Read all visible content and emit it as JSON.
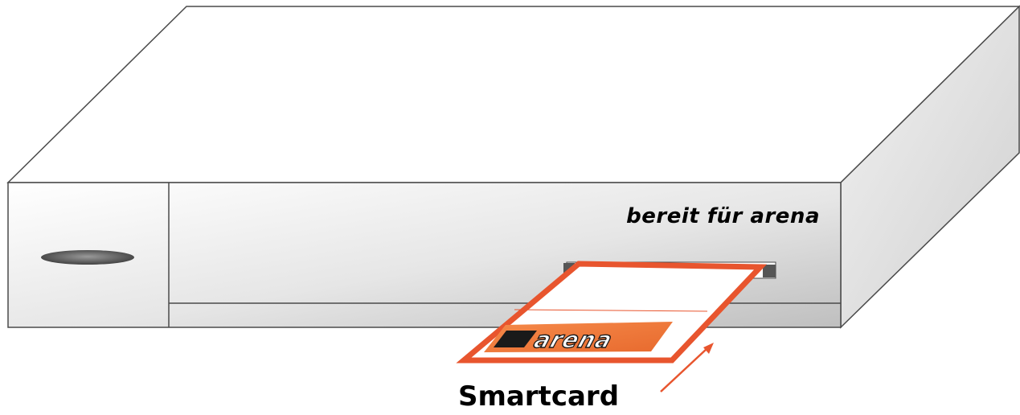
{
  "device": {
    "front_text": "bereit für arena",
    "colors": {
      "outline": "#4a4a4a",
      "front_light": "#ffffff",
      "front_dark": "#c4c4c4",
      "led": "#555555"
    }
  },
  "smartcard": {
    "label": "Smartcard",
    "logo_text": "arena",
    "colors": {
      "border": "#e8552e",
      "logo_bg": "#f07a3a",
      "logo_dark": "#1a1a1a"
    }
  },
  "arrow": {
    "color": "#e8552e",
    "icon": "insert-arrow"
  }
}
